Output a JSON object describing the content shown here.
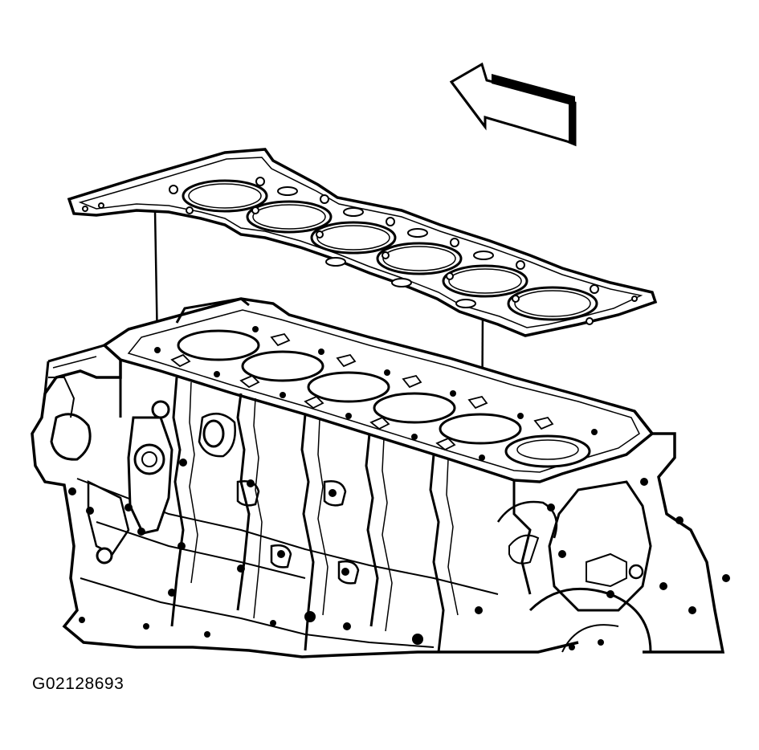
{
  "figure": {
    "id_label": "G02128693"
  },
  "colors": {
    "ink": "#000000",
    "paper": "#ffffff"
  },
  "parts": {
    "gasket_cylinder_count": 6,
    "block_bore_count": 6
  },
  "icons": {
    "direction": "direction-arrow-icon"
  }
}
